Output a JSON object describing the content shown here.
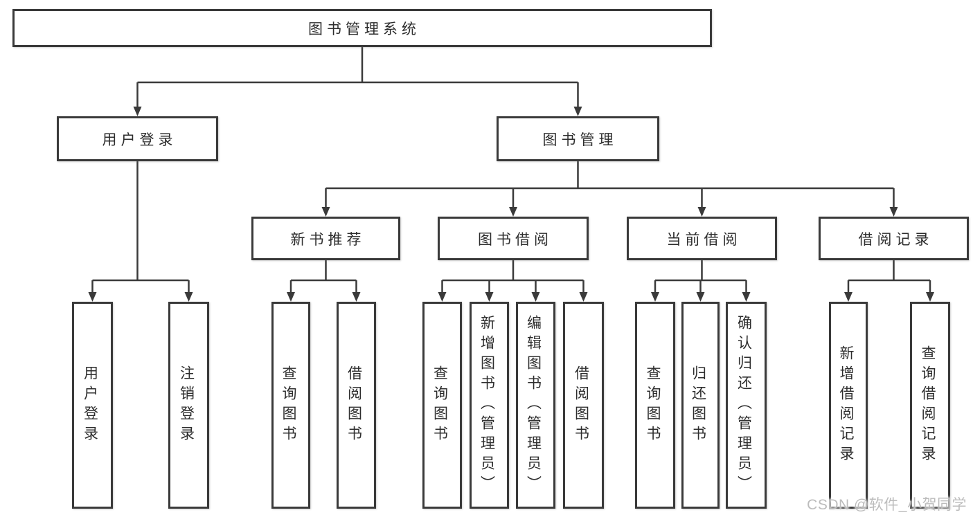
{
  "colors": {
    "line": "#3a3a3a",
    "box_border": "#3a3a3a",
    "text": "#2d2d2d",
    "background": "#ffffff",
    "watermark": "#bcbcbc"
  },
  "nodes": {
    "root": {
      "label": "图书管理系统"
    },
    "level2": [
      {
        "label": "用户登录"
      },
      {
        "label": "图书管理"
      }
    ],
    "level3": [
      {
        "label": "新书推荐"
      },
      {
        "label": "图书借阅"
      },
      {
        "label": "当前借阅"
      },
      {
        "label": "借阅记录"
      }
    ],
    "leaves": {
      "user_login": [
        "用户登录",
        "注销登录"
      ],
      "new_book_recommend": [
        "查询图书",
        "借阅图书"
      ],
      "book_borrow": [
        "查询图书",
        "新增图书（管理员）",
        "编辑图书（管理员）",
        "借阅图书"
      ],
      "current_borrow": [
        "查询图书",
        "归还图书",
        "确认归还（管理员）"
      ],
      "borrow_records": [
        "新增借阅记录",
        "查询借阅记录"
      ]
    }
  },
  "watermark": {
    "text": "CSDN @软件_小贺同学"
  }
}
